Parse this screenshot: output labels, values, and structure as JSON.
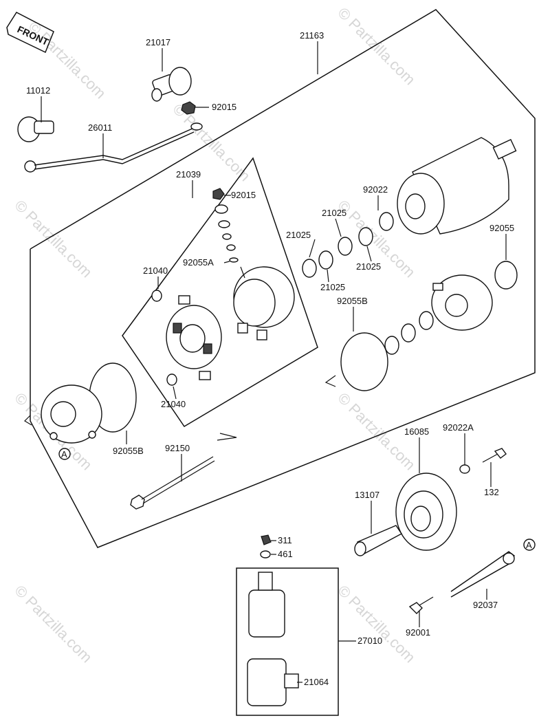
{
  "front_label": "FRONT",
  "watermarks": [
    "© Partzilla.com",
    "© Partzilla.com",
    "© Partzilla.com",
    "© Partzilla.com",
    "© Partzilla.com",
    "© Partzilla.com",
    "© Partzilla.com",
    "© Partzilla.com",
    "© Partzilla.com"
  ],
  "labels": {
    "p21017": "21017",
    "p21163": "21163",
    "p11012": "11012",
    "p92015a": "92015",
    "p26011": "26011",
    "p21039": "21039",
    "p92015b": "92015",
    "p92022": "92022",
    "p21025a": "21025",
    "p21025b": "21025",
    "p21025c": "21025",
    "p21025d": "21025",
    "p92055": "92055",
    "p92055A": "92055A",
    "p21040a": "21040",
    "p21040b": "21040",
    "p92055B_a": "92055B",
    "p92055B_b": "92055B",
    "p92150": "92150",
    "p16085": "16085",
    "p92022A": "92022A",
    "p132": "132",
    "p13107": "13107",
    "p311": "311",
    "p461": "461",
    "p27010": "27010",
    "p21064": "21064",
    "p92037": "92037",
    "p92001": "92001",
    "refA1": "A",
    "refA2": "A"
  }
}
